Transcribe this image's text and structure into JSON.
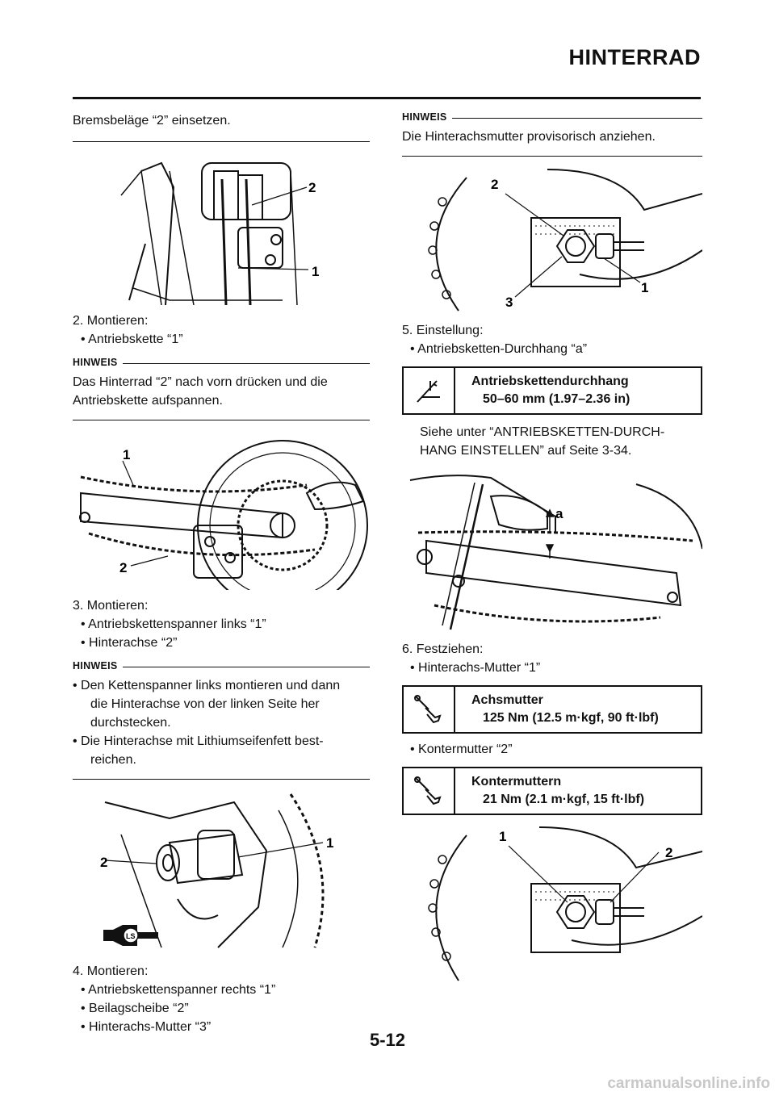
{
  "header": {
    "title": "HINTERRAD"
  },
  "left": {
    "intro": "Bremsbeläge “2” einsetzen.",
    "fig1_labels": [
      "2",
      "1"
    ],
    "step2": {
      "title": "2.  Montieren:",
      "bullets": [
        "• Antriebskette “1”"
      ]
    },
    "note1": {
      "label": "HINWEIS",
      "lines": [
        "Das Hinterrad “2” nach vorn drücken und die",
        "Antriebskette aufspannen."
      ]
    },
    "fig2_labels": [
      "1",
      "2"
    ],
    "step3": {
      "title": "3.  Montieren:",
      "bullets": [
        "• Antriebskettenspanner links “1”",
        "• Hinterachse “2”"
      ]
    },
    "note2": {
      "label": "HINWEIS",
      "items": [
        [
          "• Den Kettenspanner links montieren und dann",
          "die Hinterachse von der linken Seite her",
          "durchstecken."
        ],
        [
          "• Die Hinterachse mit Lithiumseifenfett best-",
          "reichen."
        ]
      ]
    },
    "fig3_labels": [
      "2",
      "1",
      "LS"
    ],
    "step4": {
      "title": "4.  Montieren:",
      "bullets": [
        "• Antriebskettenspanner rechts “1”",
        "• Beilagscheibe “2”",
        "• Hinterachs-Mutter “3”"
      ]
    }
  },
  "right": {
    "note3": {
      "label": "HINWEIS",
      "text": "Die Hinterachsmutter provisorisch anziehen."
    },
    "fig4_labels": [
      "2",
      "3",
      "1"
    ],
    "step5": {
      "title": "5.  Einstellung:",
      "bullets": [
        "• Antriebsketten-Durchhang “a”"
      ]
    },
    "spec1": {
      "name": "Antriebskettendurchhang",
      "value": "50–60 mm (1.97–2.36 in)",
      "icon": "caliper-icon"
    },
    "ref": [
      "Siehe unter “ANTRIEBSKETTEN-DURCH-",
      "HANG EINSTELLEN” auf Seite 3-34."
    ],
    "fig5_labels": [
      "a"
    ],
    "step6": {
      "title": "6.  Festziehen:",
      "bullets": [
        "• Hinterachs-Mutter “1”"
      ]
    },
    "spec2": {
      "name": "Achsmutter",
      "value": "125 Nm (12.5 m·kgf, 90 ft·lbf)",
      "icon": "torque-wrench-icon"
    },
    "bullet_b": "• Kontermutter “2”",
    "spec3": {
      "name": "Kontermuttern",
      "value": "21 Nm (2.1 m·kgf, 15 ft·lbf)",
      "icon": "torque-wrench-icon"
    },
    "fig6_labels": [
      "1",
      "2"
    ]
  },
  "footer": {
    "page": "5-12",
    "watermark": "carmanualsonline.info"
  }
}
